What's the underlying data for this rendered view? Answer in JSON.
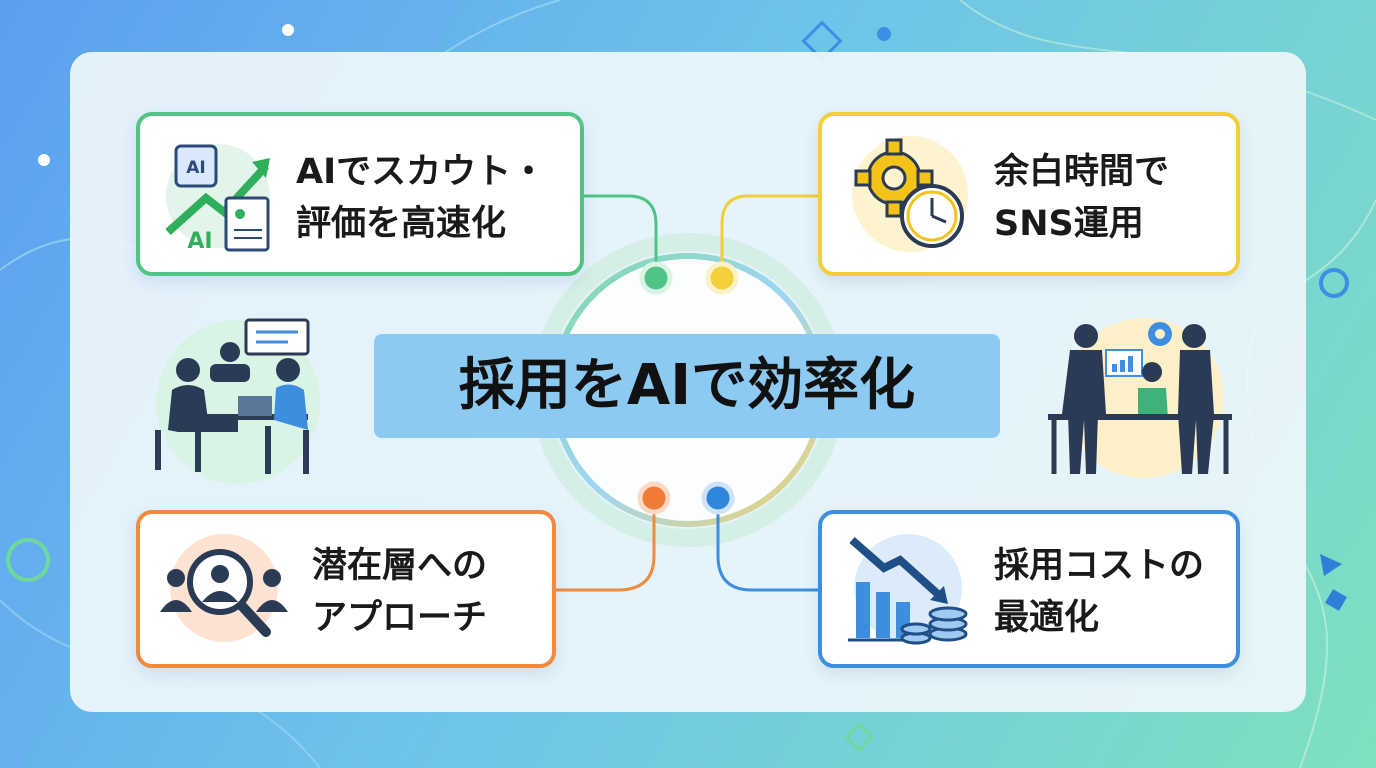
{
  "diagram": {
    "center_title": "採用をAIで効率化",
    "cards": {
      "ai_scout": {
        "label": "AIでスカウト・\n評価を高速化",
        "icon_text": "AI",
        "color": "#4fc486"
      },
      "sns": {
        "label": "余白時間で\nSNS運用",
        "color": "#f2cf3a"
      },
      "latent": {
        "label": "潜在層への\nアプローチ",
        "color": "#ef8a3e"
      },
      "cost": {
        "label": "採用コストの\n最適化",
        "color": "#3e8ee0"
      }
    }
  }
}
